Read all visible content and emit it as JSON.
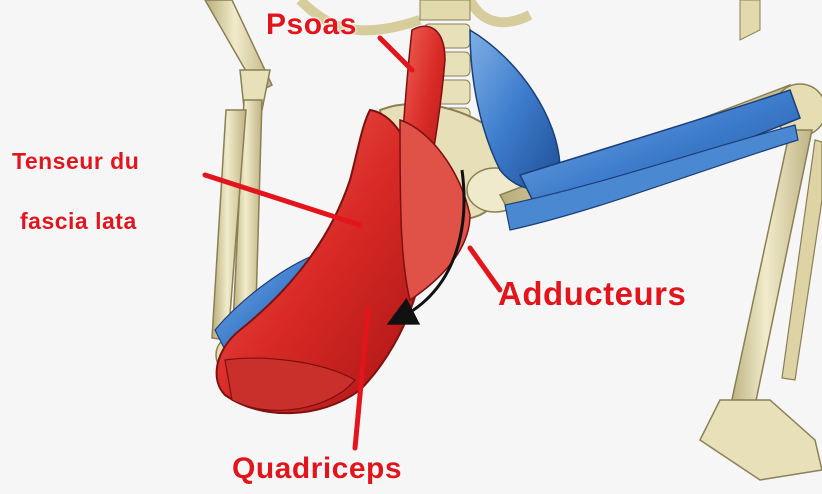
{
  "labels": {
    "psoas": "Psoas",
    "tenseur_line1": "Tenseur du",
    "tenseur_line2": "fascia lata",
    "adducteurs": "Adducteurs",
    "quadriceps": "Quadriceps"
  },
  "colors": {
    "label_red": "#e3141b",
    "muscle_red": "#d9282a",
    "muscle_blue": "#3f7fc9",
    "bone": "#eae3bd",
    "background": "#f6f6f6"
  }
}
